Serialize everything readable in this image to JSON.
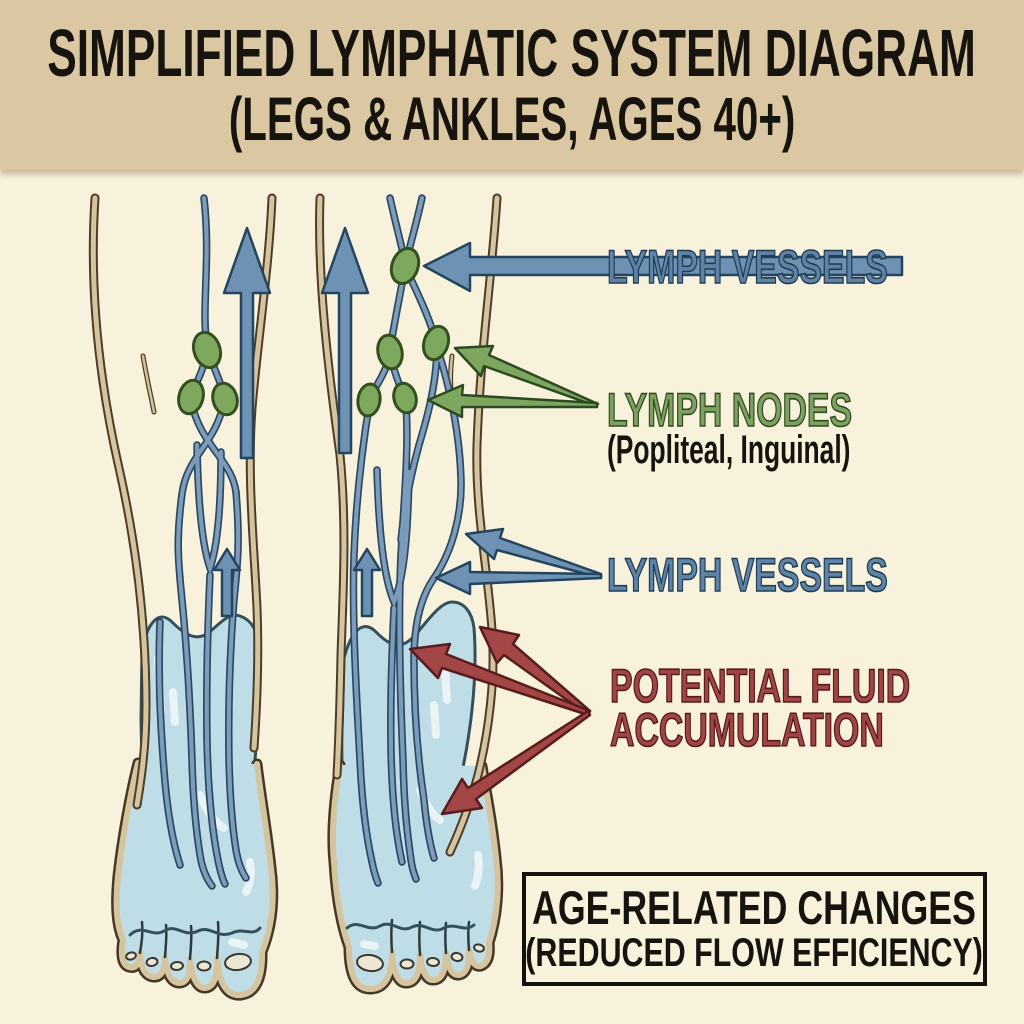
{
  "header": {
    "title_line1": "SIMPLIFIED LYMPHATIC SYSTEM DIAGRAM",
    "title_line2": "(LEGS & ANKLES, AGES 40+)"
  },
  "labels": {
    "lymph_vessels_top": "LYMPH VESSELS",
    "lymph_nodes": "LYMPH NODES",
    "lymph_nodes_sub": "(Popliteal, Inguinal)",
    "lymph_vessels_mid": "LYMPH VESSELS",
    "fluid_line1": "POTENTIAL FLUID",
    "fluid_line2": "ACCUMULATION"
  },
  "callout_box": {
    "line1": "AGE-RELATED CHANGES",
    "line2": "(REDUCED FLOW EFFICIENCY)"
  },
  "colors": {
    "header_bg": "#dbc7a2",
    "page_bg": "#f8f1dc",
    "title_text": "#17130f",
    "vessel_blue": "#7b9cba",
    "vessel_outline": "#2b4660",
    "node_green": "#7da85e",
    "node_outline": "#32501f",
    "skin_tan": "#d6c49e",
    "fluid_blue": "#bedde7",
    "label_blue": "#5d84a6",
    "label_green": "#7da25f",
    "label_red": "#a04545",
    "arrow_red": "#a34646"
  }
}
